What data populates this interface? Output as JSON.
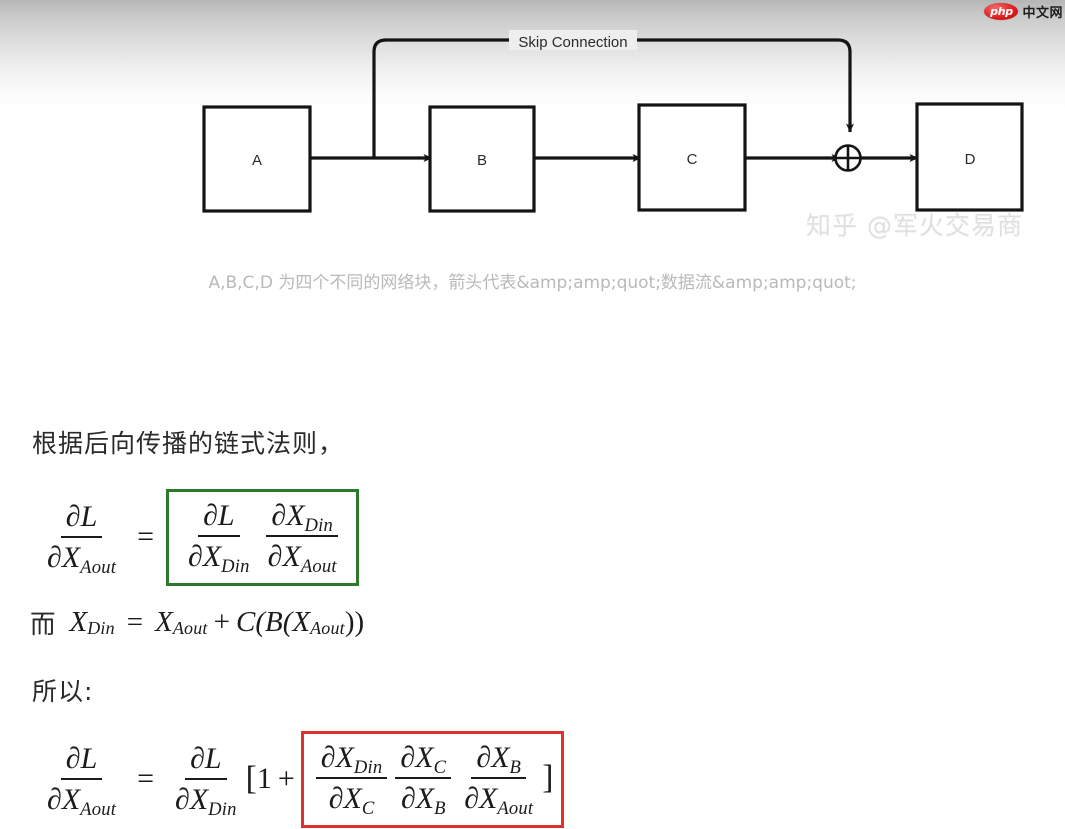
{
  "site_logo": {
    "badge_text": "php",
    "name": "中文网",
    "badge_color": "#e02020"
  },
  "diagram": {
    "skip_label": "Skip Connection",
    "blocks": [
      {
        "id": "A",
        "label": "A"
      },
      {
        "id": "B",
        "label": "B"
      },
      {
        "id": "C",
        "label": "C"
      },
      {
        "id": "D",
        "label": "D"
      }
    ],
    "sum_node": "⊕",
    "stroke_color": "#141414",
    "watermark": "知乎 @军火交易商"
  },
  "caption": "A,B,C,D 为四个不同的网络块，箭头代表&amp;amp;quot;数据流&amp;amp;quot;",
  "body": {
    "heading_chain_rule": "根据后向传播的链式法则，",
    "heading_therefore": "所以:"
  },
  "formula_1": {
    "lhs": {
      "num_partial": "∂",
      "num_var": "L",
      "den_partial": "∂",
      "den_var": "X",
      "den_sub": "Aout"
    },
    "equals": "=",
    "box_color": "#2d7a2d",
    "rhs": [
      {
        "num_partial": "∂",
        "num_var": "L",
        "num_sub": "",
        "den_partial": "∂",
        "den_var": "X",
        "den_sub": "Din"
      },
      {
        "num_partial": "∂",
        "num_var": "X",
        "num_sub": "Din",
        "den_partial": "∂",
        "den_var": "X",
        "den_sub": "Aout"
      }
    ]
  },
  "formula_2": {
    "lead": "而",
    "lhs_var": "X",
    "lhs_sub": "Din",
    "equals": "=",
    "term1_var": "X",
    "term1_sub": "Aout",
    "plus": "+",
    "tail": "C(B(X",
    "tail_sub": "Aout",
    "tail_close": "))"
  },
  "formula_3": {
    "lhs": {
      "num_partial": "∂",
      "num_var": "L",
      "den_partial": "∂",
      "den_var": "X",
      "den_sub": "Aout"
    },
    "equals": "=",
    "factor": {
      "num_partial": "∂",
      "num_var": "L",
      "den_partial": "∂",
      "den_var": "X",
      "den_sub": "Din"
    },
    "open_bracket": "[",
    "one": "1",
    "plus": "+",
    "box_color": "#e03131",
    "boxed": [
      {
        "num_partial": "∂",
        "num_var": "X",
        "num_sub": "Din",
        "den_partial": "∂",
        "den_var": "X",
        "den_sub": "C"
      },
      {
        "num_partial": "∂",
        "num_var": "X",
        "num_sub": "C",
        "den_partial": "∂",
        "den_var": "X",
        "den_sub": "B"
      },
      {
        "num_partial": "∂",
        "num_var": "X",
        "num_sub": "B",
        "den_partial": "∂",
        "den_var": "X",
        "den_sub": "Aout"
      }
    ],
    "close_bracket": "]"
  }
}
